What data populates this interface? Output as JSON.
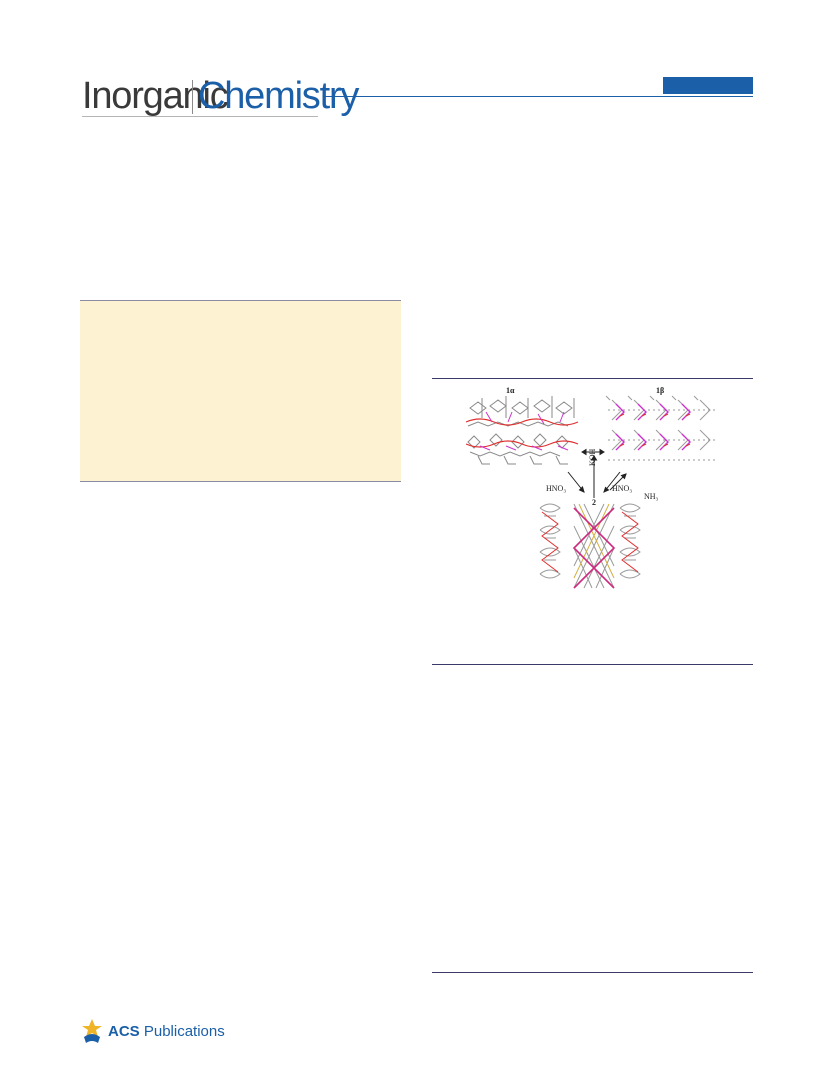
{
  "journal": {
    "name_part1": "Inorganic",
    "name_part2": "Chemistry",
    "accent_color": "#1a5fa8"
  },
  "toc_graphic": {
    "labels": {
      "alpha": "1α",
      "beta": "1β",
      "koh": "KOH",
      "hno3_left": "HNO₃",
      "hno3_right": "HNO₃",
      "nh3": "NH₃",
      "two": "2"
    }
  },
  "footer": {
    "publisher_bold": "ACS",
    "publisher_rest": "Publications"
  }
}
